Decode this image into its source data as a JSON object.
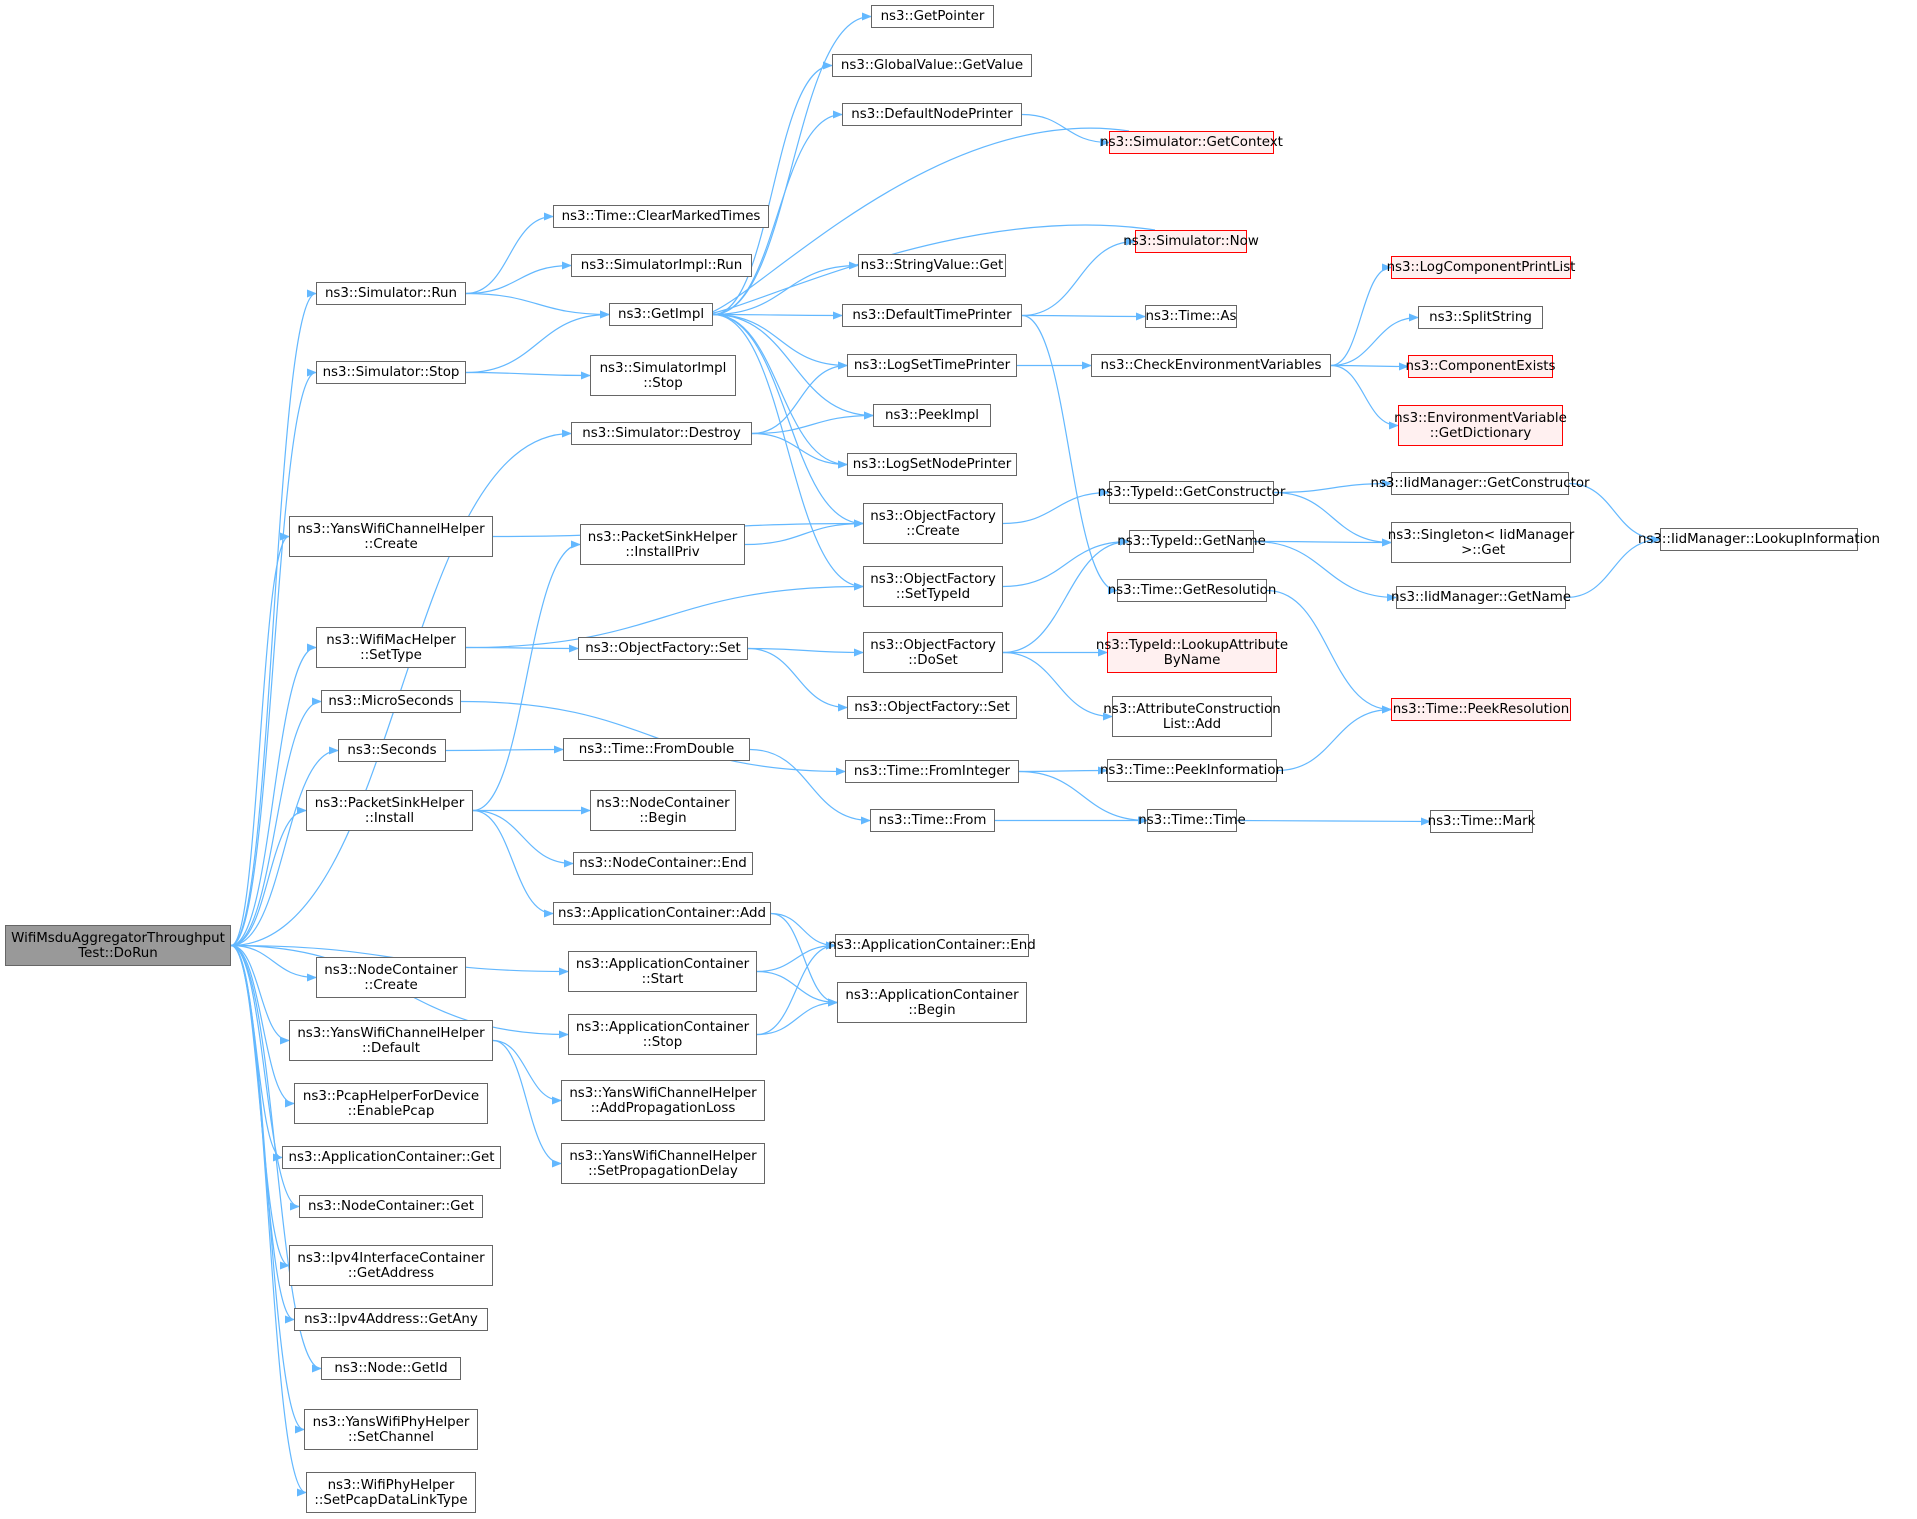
{
  "colors": {
    "edge": "#63b8ff",
    "border": "#666666",
    "highlight_border": "#ff0000",
    "highlight_fill": "#fff0f0",
    "root_fill": "#999999"
  },
  "nodes": [
    {
      "id": "root",
      "label": "WifiMsduAggregatorThroughput\nTest::DoRun",
      "style": "root"
    },
    {
      "id": "run",
      "label": "ns3::Simulator::Run"
    },
    {
      "id": "stop",
      "label": "ns3::Simulator::Stop"
    },
    {
      "id": "destroy",
      "label": "ns3::Simulator::Destroy"
    },
    {
      "id": "yanscreate",
      "label": "ns3::YansWifiChannelHelper\n::Create"
    },
    {
      "id": "macsettype",
      "label": "ns3::WifiMacHelper\n::SetType"
    },
    {
      "id": "micro",
      "label": "ns3::MicroSeconds"
    },
    {
      "id": "seconds",
      "label": "ns3::Seconds"
    },
    {
      "id": "psinstall",
      "label": "ns3::PacketSinkHelper\n::Install"
    },
    {
      "id": "nccreate",
      "label": "ns3::NodeContainer\n::Create"
    },
    {
      "id": "yansdefault",
      "label": "ns3::YansWifiChannelHelper\n::Default"
    },
    {
      "id": "pcap",
      "label": "ns3::PcapHelperForDevice\n::EnablePcap"
    },
    {
      "id": "acget",
      "label": "ns3::ApplicationContainer::Get"
    },
    {
      "id": "ncget",
      "label": "ns3::NodeContainer::Get"
    },
    {
      "id": "ipv4getaddr",
      "label": "ns3::Ipv4InterfaceContainer\n::GetAddress"
    },
    {
      "id": "getany",
      "label": "ns3::Ipv4Address::GetAny"
    },
    {
      "id": "getid",
      "label": "ns3::Node::GetId"
    },
    {
      "id": "setchannel",
      "label": "ns3::YansWifiPhyHelper\n::SetChannel"
    },
    {
      "id": "pcapdlt",
      "label": "ns3::WifiPhyHelper\n::SetPcapDataLinkType"
    },
    {
      "id": "clearmarked",
      "label": "ns3::Time::ClearMarkedTimes"
    },
    {
      "id": "implrun",
      "label": "ns3::SimulatorImpl::Run"
    },
    {
      "id": "getimpl",
      "label": "ns3::GetImpl"
    },
    {
      "id": "implstop",
      "label": "ns3::SimulatorImpl\n::Stop"
    },
    {
      "id": "psinstallpriv",
      "label": "ns3::PacketSinkHelper\n::InstallPriv"
    },
    {
      "id": "ofset1",
      "label": "ns3::ObjectFactory::Set"
    },
    {
      "id": "fromdouble",
      "label": "ns3::Time::FromDouble"
    },
    {
      "id": "ncbegin",
      "label": "ns3::NodeContainer\n::Begin"
    },
    {
      "id": "ncend",
      "label": "ns3::NodeContainer::End"
    },
    {
      "id": "acadd",
      "label": "ns3::ApplicationContainer::Add"
    },
    {
      "id": "acstart",
      "label": "ns3::ApplicationContainer\n::Start"
    },
    {
      "id": "acstop",
      "label": "ns3::ApplicationContainer\n::Stop"
    },
    {
      "id": "addprop",
      "label": "ns3::YansWifiChannelHelper\n::AddPropagationLoss"
    },
    {
      "id": "setpropdelay",
      "label": "ns3::YansWifiChannelHelper\n::SetPropagationDelay"
    },
    {
      "id": "getpointer",
      "label": "ns3::GetPointer"
    },
    {
      "id": "gvgetvalue",
      "label": "ns3::GlobalValue::GetValue"
    },
    {
      "id": "defnodeprinter",
      "label": "ns3::DefaultNodePrinter"
    },
    {
      "id": "stringget",
      "label": "ns3::StringValue::Get"
    },
    {
      "id": "deftimeprinter",
      "label": "ns3::DefaultTimePrinter"
    },
    {
      "id": "logsettime",
      "label": "ns3::LogSetTimePrinter"
    },
    {
      "id": "peekimpl",
      "label": "ns3::PeekImpl"
    },
    {
      "id": "logsetnode",
      "label": "ns3::LogSetNodePrinter"
    },
    {
      "id": "ofcreate",
      "label": "ns3::ObjectFactory\n::Create"
    },
    {
      "id": "ofsettypeid",
      "label": "ns3::ObjectFactory\n::SetTypeId"
    },
    {
      "id": "ofdoset",
      "label": "ns3::ObjectFactory\n::DoSet"
    },
    {
      "id": "ofset2",
      "label": "ns3::ObjectFactory::Set"
    },
    {
      "id": "frominteger",
      "label": "ns3::Time::FromInteger"
    },
    {
      "id": "timefrom",
      "label": "ns3::Time::From"
    },
    {
      "id": "acend",
      "label": "ns3::ApplicationContainer::End"
    },
    {
      "id": "acbegin",
      "label": "ns3::ApplicationContainer\n::Begin"
    },
    {
      "id": "getcontext",
      "label": "ns3::Simulator::GetContext",
      "style": "red"
    },
    {
      "id": "now",
      "label": "ns3::Simulator::Now",
      "style": "red"
    },
    {
      "id": "timeas",
      "label": "ns3::Time::As"
    },
    {
      "id": "checkenv",
      "label": "ns3::CheckEnvironmentVariables"
    },
    {
      "id": "getconstructor",
      "label": "ns3::TypeId::GetConstructor"
    },
    {
      "id": "typeidgetname",
      "label": "ns3::TypeId::GetName"
    },
    {
      "id": "getresolution",
      "label": "ns3::Time::GetResolution"
    },
    {
      "id": "lookupattr",
      "label": "ns3::TypeId::LookupAttribute\nByName",
      "style": "red"
    },
    {
      "id": "attrconstr",
      "label": "ns3::AttributeConstruction\nList::Add"
    },
    {
      "id": "peekinfo",
      "label": "ns3::Time::PeekInformation"
    },
    {
      "id": "timetime",
      "label": "ns3::Time::Time"
    },
    {
      "id": "logcompprint",
      "label": "ns3::LogComponentPrintList",
      "style": "red"
    },
    {
      "id": "splitstring",
      "label": "ns3::SplitString"
    },
    {
      "id": "compexists",
      "label": "ns3::ComponentExists",
      "style": "red"
    },
    {
      "id": "envdict",
      "label": "ns3::EnvironmentVariable\n::GetDictionary",
      "style": "red"
    },
    {
      "id": "iidgetconstr",
      "label": "ns3::IidManager::GetConstructor"
    },
    {
      "id": "singleton",
      "label": "ns3::Singleton< IidManager\n >::Get"
    },
    {
      "id": "iidgetname",
      "label": "ns3::IidManager::GetName"
    },
    {
      "id": "peekresolution",
      "label": "ns3::Time::PeekResolution",
      "style": "red"
    },
    {
      "id": "timemark",
      "label": "ns3::Time::Mark"
    },
    {
      "id": "lookupinfo",
      "label": "ns3::IidManager::LookupInformation"
    }
  ],
  "edges": [
    [
      "root",
      "run"
    ],
    [
      "root",
      "stop"
    ],
    [
      "root",
      "destroy"
    ],
    [
      "root",
      "yanscreate"
    ],
    [
      "root",
      "macsettype"
    ],
    [
      "root",
      "micro"
    ],
    [
      "root",
      "seconds"
    ],
    [
      "root",
      "psinstall"
    ],
    [
      "root",
      "acstart"
    ],
    [
      "root",
      "acstop"
    ],
    [
      "root",
      "nccreate"
    ],
    [
      "root",
      "yansdefault"
    ],
    [
      "root",
      "pcap"
    ],
    [
      "root",
      "acget"
    ],
    [
      "root",
      "ncget"
    ],
    [
      "root",
      "ipv4getaddr"
    ],
    [
      "root",
      "getany"
    ],
    [
      "root",
      "getid"
    ],
    [
      "root",
      "setchannel"
    ],
    [
      "root",
      "pcapdlt"
    ],
    [
      "run",
      "clearmarked"
    ],
    [
      "run",
      "implrun"
    ],
    [
      "run",
      "getimpl"
    ],
    [
      "stop",
      "getimpl"
    ],
    [
      "stop",
      "implstop"
    ],
    [
      "destroy",
      "logsettime"
    ],
    [
      "destroy",
      "peekimpl"
    ],
    [
      "destroy",
      "logsetnode"
    ],
    [
      "yanscreate",
      "ofcreate"
    ],
    [
      "macsettype",
      "ofsettypeid"
    ],
    [
      "macsettype",
      "ofset1"
    ],
    [
      "micro",
      "frominteger"
    ],
    [
      "seconds",
      "fromdouble"
    ],
    [
      "psinstall",
      "psinstallpriv"
    ],
    [
      "psinstall",
      "ncbegin"
    ],
    [
      "psinstall",
      "ncend"
    ],
    [
      "psinstall",
      "acadd"
    ],
    [
      "yansdefault",
      "addprop"
    ],
    [
      "yansdefault",
      "setpropdelay"
    ],
    [
      "getimpl",
      "getpointer"
    ],
    [
      "getimpl",
      "gvgetvalue"
    ],
    [
      "getimpl",
      "defnodeprinter"
    ],
    [
      "getimpl",
      "stringget"
    ],
    [
      "getimpl",
      "deftimeprinter"
    ],
    [
      "getimpl",
      "logsettime"
    ],
    [
      "getimpl",
      "peekimpl"
    ],
    [
      "getimpl",
      "logsetnode"
    ],
    [
      "getimpl",
      "ofcreate"
    ],
    [
      "getimpl",
      "ofsettypeid"
    ],
    [
      "psinstallpriv",
      "ofcreate"
    ],
    [
      "ofset1",
      "ofdoset"
    ],
    [
      "ofset1",
      "ofset2"
    ],
    [
      "fromdouble",
      "timefrom"
    ],
    [
      "acadd",
      "acend"
    ],
    [
      "acadd",
      "acbegin"
    ],
    [
      "acstart",
      "acend"
    ],
    [
      "acstart",
      "acbegin"
    ],
    [
      "acstop",
      "acend"
    ],
    [
      "acstop",
      "acbegin"
    ],
    [
      "defnodeprinter",
      "getcontext"
    ],
    [
      "deftimeprinter",
      "now"
    ],
    [
      "deftimeprinter",
      "timeas"
    ],
    [
      "deftimeprinter",
      "getresolution"
    ],
    [
      "logsettime",
      "checkenv"
    ],
    [
      "ofcreate",
      "getconstructor"
    ],
    [
      "ofsettypeid",
      "typeidgetname"
    ],
    [
      "ofdoset",
      "typeidgetname"
    ],
    [
      "ofdoset",
      "lookupattr"
    ],
    [
      "ofdoset",
      "attrconstr"
    ],
    [
      "frominteger",
      "peekinfo"
    ],
    [
      "frominteger",
      "timetime"
    ],
    [
      "timefrom",
      "timetime"
    ],
    [
      "checkenv",
      "logcompprint"
    ],
    [
      "checkenv",
      "splitstring"
    ],
    [
      "checkenv",
      "compexists"
    ],
    [
      "checkenv",
      "envdict"
    ],
    [
      "getconstructor",
      "iidgetconstr"
    ],
    [
      "getconstructor",
      "singleton"
    ],
    [
      "typeidgetname",
      "singleton"
    ],
    [
      "typeidgetname",
      "iidgetname"
    ],
    [
      "getresolution",
      "peekresolution"
    ],
    [
      "peekinfo",
      "peekresolution"
    ],
    [
      "timetime",
      "timemark"
    ],
    [
      "iidgetconstr",
      "lookupinfo"
    ],
    [
      "iidgetname",
      "lookupinfo"
    ],
    [
      "getcontext",
      "getimpl"
    ],
    [
      "now",
      "getimpl"
    ]
  ]
}
